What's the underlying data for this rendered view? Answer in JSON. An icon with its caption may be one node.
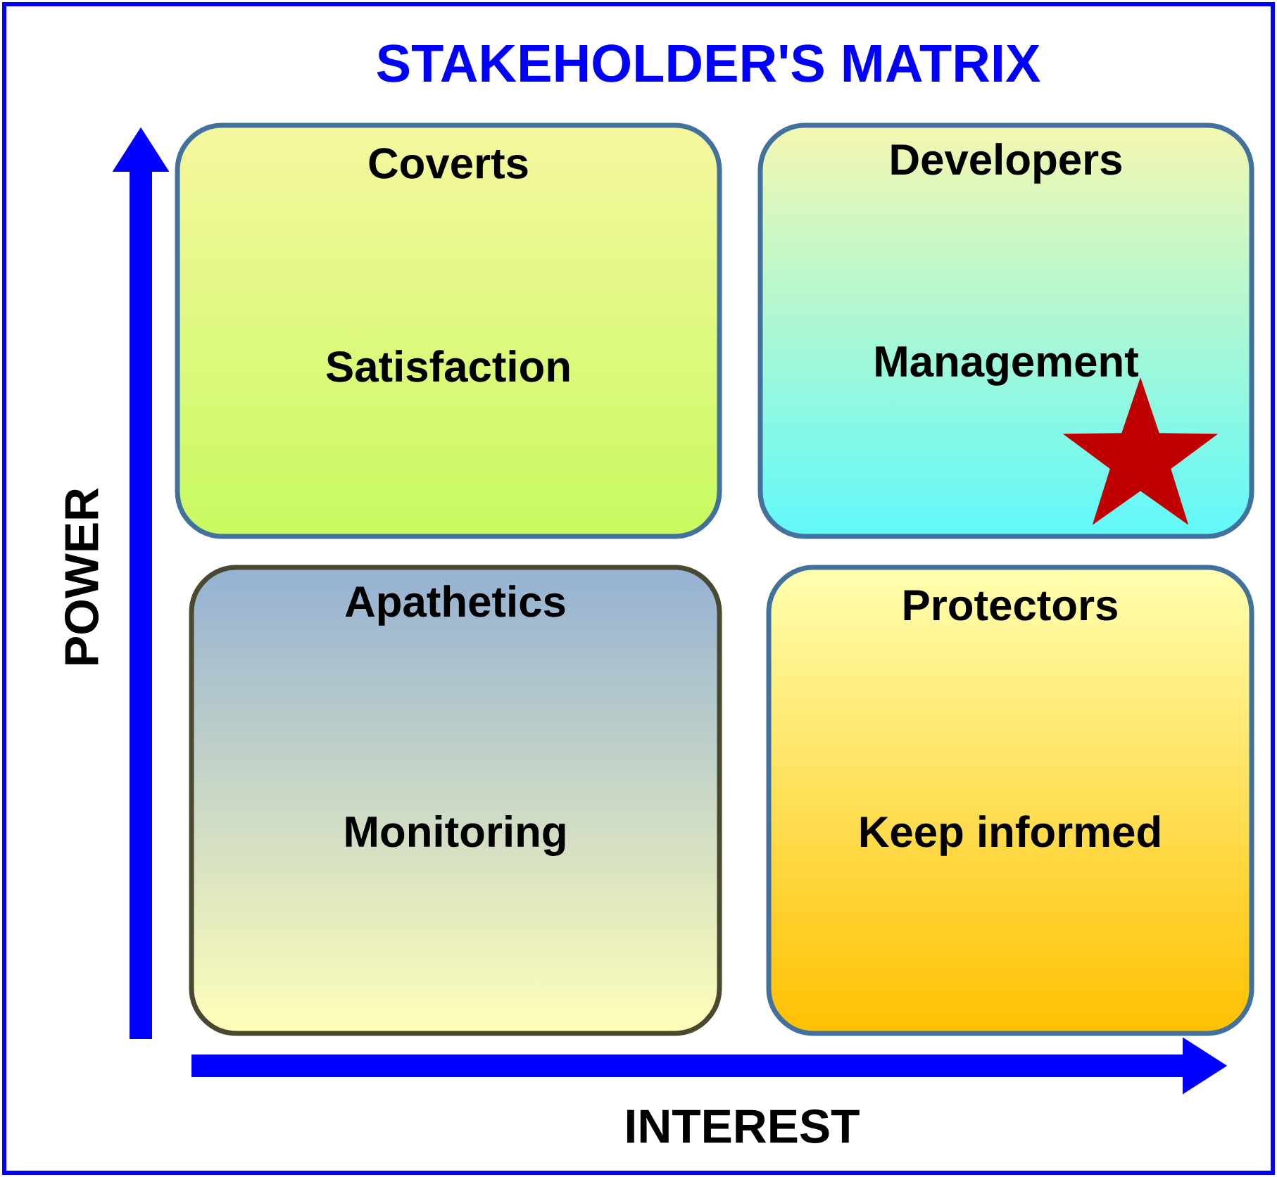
{
  "diagram": {
    "title": "STAKEHOLDER'S MATRIX",
    "nodes": [
      {
        "text": [
          "Coverts",
          "Satisfaction"
        ]
      },
      {
        "text": [
          "Developers",
          "Management"
        ]
      },
      {
        "text": [
          "Apathetics",
          "Monitoring"
        ]
      },
      {
        "text": [
          "Protectors",
          "Keep informed"
        ]
      }
    ],
    "labels": [
      "POWER",
      "INTEREST"
    ]
  }
}
